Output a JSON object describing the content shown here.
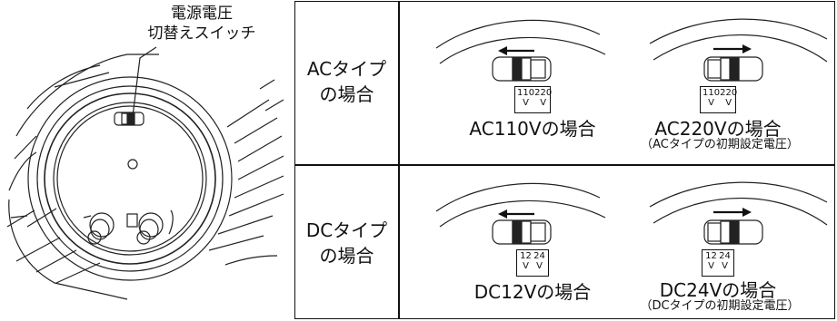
{
  "callout": {
    "line1": "電源電圧",
    "line2": "切替えスイッチ"
  },
  "rows": [
    {
      "label_line1": "ACタイプ",
      "label_line2": "の場合",
      "left": {
        "arrow": "←",
        "setting": "left",
        "voltages": [
          "110",
          "220"
        ],
        "unit": "V",
        "caption": "AC110Vの場合",
        "note": ""
      },
      "right": {
        "arrow": "→",
        "setting": "right",
        "voltages": [
          "110",
          "220"
        ],
        "unit": "V",
        "caption": "AC220Vの場合",
        "note": "（ACタイプの初期設定電圧）"
      }
    },
    {
      "label_line1": "DCタイプ",
      "label_line2": "の場合",
      "left": {
        "arrow": "←",
        "setting": "left",
        "voltages": [
          "12",
          "24"
        ],
        "unit": "V",
        "caption": "DC12Vの場合",
        "note": ""
      },
      "right": {
        "arrow": "→",
        "setting": "right",
        "voltages": [
          "12",
          "24"
        ],
        "unit": "V",
        "caption": "DC24Vの場合",
        "note": "（DCタイプの初期設定電圧）"
      }
    }
  ]
}
